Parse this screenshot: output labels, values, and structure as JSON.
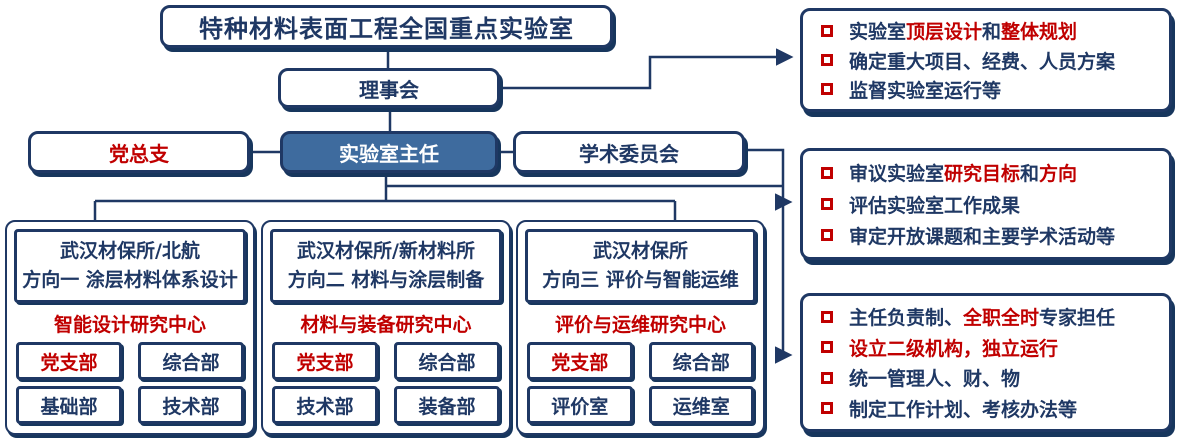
{
  "colors": {
    "navy": "#1f3864",
    "red": "#c00000",
    "director_fill": "#3e6b9e"
  },
  "top_box": {
    "label": "特种材料表面工程全国重点实验室"
  },
  "council": {
    "label": "理事会"
  },
  "row3": {
    "party": {
      "label": "党总支",
      "color": "red"
    },
    "director": {
      "label": "实验室主任"
    },
    "academic": {
      "label": "学术委员会",
      "color": "navy"
    }
  },
  "groups": [
    {
      "org": "武汉材保所/北航",
      "direction": "方向一 涂层材料体系设计",
      "center": "智能设计研究中心",
      "cells": [
        {
          "label": "党支部",
          "color": "red"
        },
        {
          "label": "综合部",
          "color": "navy"
        },
        {
          "label": "基础部",
          "color": "navy"
        },
        {
          "label": "技术部",
          "color": "navy"
        }
      ]
    },
    {
      "org": "武汉材保所/新材料所",
      "direction": "方向二 材料与涂层制备",
      "center": "材料与装备研究中心",
      "cells": [
        {
          "label": "党支部",
          "color": "red"
        },
        {
          "label": "综合部",
          "color": "navy"
        },
        {
          "label": "技术部",
          "color": "navy"
        },
        {
          "label": "装备部",
          "color": "navy"
        }
      ]
    },
    {
      "org": "武汉材保所",
      "direction": "方向三 评价与智能运维",
      "center": "评价与运维研究中心",
      "cells": [
        {
          "label": "党支部",
          "color": "red"
        },
        {
          "label": "综合部",
          "color": "navy"
        },
        {
          "label": "评价室",
          "color": "navy"
        },
        {
          "label": "运维室",
          "color": "navy"
        }
      ]
    }
  ],
  "info_boxes": [
    {
      "items": [
        [
          {
            "t": "实验室",
            "c": "navy"
          },
          {
            "t": "顶层设计",
            "c": "red"
          },
          {
            "t": "和",
            "c": "navy"
          },
          {
            "t": "整体规划",
            "c": "red"
          }
        ],
        [
          {
            "t": "确定重大项目、经费、人员方案",
            "c": "navy"
          }
        ],
        [
          {
            "t": "监督实验室运行等",
            "c": "navy"
          }
        ]
      ]
    },
    {
      "items": [
        [
          {
            "t": "审议实验室",
            "c": "navy"
          },
          {
            "t": "研究目标",
            "c": "red"
          },
          {
            "t": "和",
            "c": "navy"
          },
          {
            "t": "方向",
            "c": "red"
          }
        ],
        [
          {
            "t": "评估实验室工作成果",
            "c": "navy"
          }
        ],
        [
          {
            "t": "审定开放课题和主要学术活动等",
            "c": "navy"
          }
        ]
      ]
    },
    {
      "items": [
        [
          {
            "t": "主任负责制、",
            "c": "navy"
          },
          {
            "t": "全职全时",
            "c": "red"
          },
          {
            "t": "专家担任",
            "c": "navy"
          }
        ],
        [
          {
            "t": "设立二级机构，独立运行",
            "c": "red"
          }
        ],
        [
          {
            "t": "统一管理人、财、物",
            "c": "navy"
          }
        ],
        [
          {
            "t": "制定工作计划、考核办法等",
            "c": "navy"
          }
        ]
      ]
    }
  ]
}
